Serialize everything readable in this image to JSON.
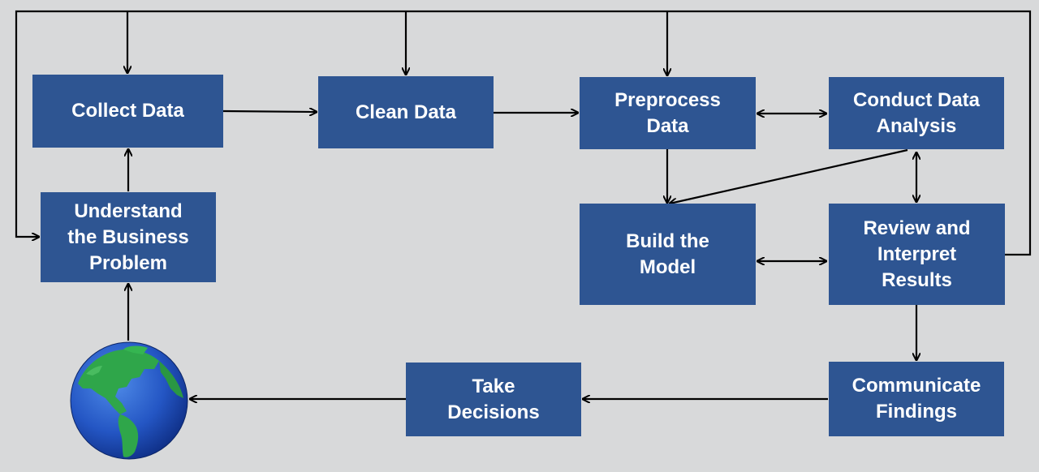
{
  "diagram": {
    "steps": {
      "collect_data": "Collect Data",
      "clean_data": "Clean Data",
      "preprocess_data": "Preprocess\nData",
      "conduct_analysis": "Conduct Data\nAnalysis",
      "understand_problem": "Understand\nthe Business\nProblem",
      "build_model": "Build the\nModel",
      "review_results": "Review and\nInterpret\nResults",
      "communicate_findings": "Communicate\nFindings",
      "take_decisions": "Take\nDecisions"
    },
    "icon": "globe-icon",
    "colors": {
      "box": "#2e5592",
      "box_text": "#ffffff",
      "arrow": "#000000",
      "background": "#d8d9da"
    }
  }
}
